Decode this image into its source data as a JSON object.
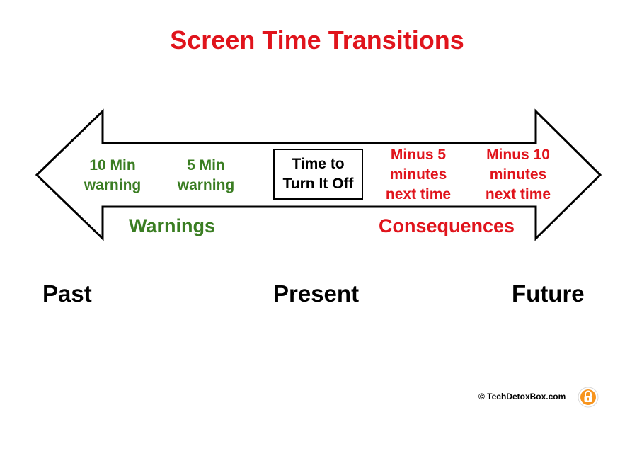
{
  "title": "Screen Time Transitions",
  "colors": {
    "title": "#e0141c",
    "warning": "#3a7d22",
    "consequence": "#e0141c",
    "outline": "#000000"
  },
  "warnings": {
    "group_label": "Warnings",
    "items": [
      {
        "line1": "10 Min",
        "line2": "warning"
      },
      {
        "line1": "5 Min",
        "line2": "warning"
      }
    ]
  },
  "present_box": {
    "line1": "Time to",
    "line2": "Turn It Off"
  },
  "consequences": {
    "group_label": "Consequences",
    "items": [
      {
        "line1": "Minus 5",
        "line2": "minutes",
        "line3": "next time"
      },
      {
        "line1": "Minus 10",
        "line2": "minutes",
        "line3": "next time"
      }
    ]
  },
  "timeline": {
    "past": "Past",
    "present": "Present",
    "future": "Future"
  },
  "copyright": "© TechDetoxBox.com",
  "logo_icon": "lock-icon"
}
